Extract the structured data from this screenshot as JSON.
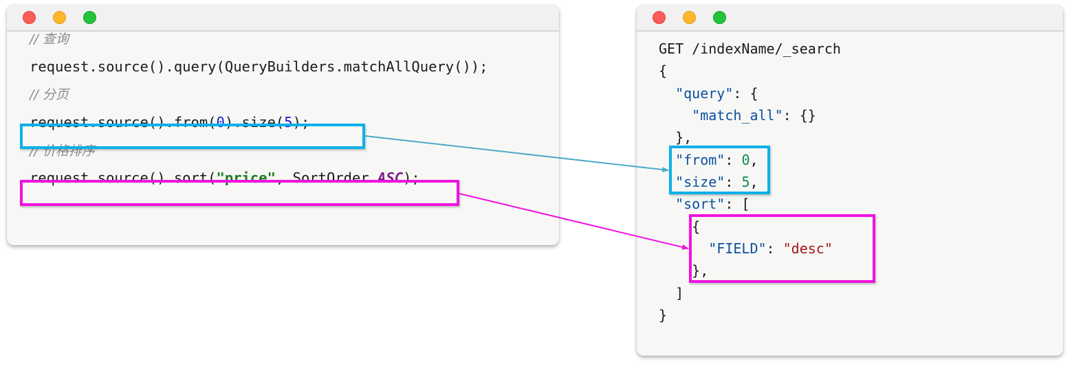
{
  "left_window": {
    "controls": [
      "close",
      "minimize",
      "maximize"
    ],
    "lines": [
      {
        "type": "comment",
        "prefix": "// ",
        "text": "查询"
      },
      {
        "type": "code",
        "parts": [
          {
            "t": "request.source().query(QueryBuilders.matchAllQuery());",
            "c": "plain"
          }
        ]
      },
      {
        "type": "comment",
        "prefix": "// ",
        "text": "分页"
      },
      {
        "type": "code",
        "parts": [
          {
            "t": "request.source().from(",
            "c": "plain"
          },
          {
            "t": "0",
            "c": "num"
          },
          {
            "t": ").size(",
            "c": "plain"
          },
          {
            "t": "5",
            "c": "num"
          },
          {
            "t": ");",
            "c": "plain"
          }
        ]
      },
      {
        "type": "comment",
        "prefix": "// ",
        "text": "价格排序"
      },
      {
        "type": "code",
        "parts": [
          {
            "t": "request.source().sort(",
            "c": "plain"
          },
          {
            "t": "\"price\"",
            "c": "str-java"
          },
          {
            "t": ", SortOrder.",
            "c": "plain"
          },
          {
            "t": "ASC",
            "c": "enum"
          },
          {
            "t": ");",
            "c": "plain"
          }
        ]
      }
    ]
  },
  "right_window": {
    "controls": [
      "close",
      "minimize",
      "maximize"
    ],
    "lines": [
      [
        {
          "t": "GET /indexName/_search",
          "c": "plain"
        }
      ],
      [
        {
          "t": "{",
          "c": "plain"
        }
      ],
      [
        {
          "t": "  ",
          "c": "plain"
        },
        {
          "t": "\"query\"",
          "c": "key"
        },
        {
          "t": ": {",
          "c": "plain"
        }
      ],
      [
        {
          "t": "    ",
          "c": "plain"
        },
        {
          "t": "\"match_all\"",
          "c": "key"
        },
        {
          "t": ": {}",
          "c": "plain"
        }
      ],
      [
        {
          "t": "  },",
          "c": "plain"
        }
      ],
      [
        {
          "t": "  ",
          "c": "plain"
        },
        {
          "t": "\"from\"",
          "c": "key"
        },
        {
          "t": ": ",
          "c": "plain"
        },
        {
          "t": "0",
          "c": "jnum"
        },
        {
          "t": ",",
          "c": "plain"
        }
      ],
      [
        {
          "t": "  ",
          "c": "plain"
        },
        {
          "t": "\"size\"",
          "c": "key"
        },
        {
          "t": ": ",
          "c": "plain"
        },
        {
          "t": "5",
          "c": "jnum"
        },
        {
          "t": ",",
          "c": "plain"
        }
      ],
      [
        {
          "t": "  ",
          "c": "plain"
        },
        {
          "t": "\"sort\"",
          "c": "key"
        },
        {
          "t": ": [",
          "c": "plain"
        }
      ],
      [
        {
          "t": "    {",
          "c": "plain"
        }
      ],
      [
        {
          "t": "      ",
          "c": "plain"
        },
        {
          "t": "\"FIELD\"",
          "c": "key"
        },
        {
          "t": ": ",
          "c": "plain"
        },
        {
          "t": "\"desc\"",
          "c": "jstr"
        }
      ],
      [
        {
          "t": "    },",
          "c": "plain"
        }
      ],
      [
        {
          "t": "  ]",
          "c": "plain"
        }
      ],
      [
        {
          "t": "}",
          "c": "plain"
        }
      ]
    ]
  },
  "connections": [
    {
      "from": "pagination-line",
      "to": "from-size-block",
      "color": "#0eb0ea",
      "arrow_color": "#4aa8c8"
    },
    {
      "from": "sort-line",
      "to": "sort-block",
      "color": "#f012e0"
    }
  ]
}
